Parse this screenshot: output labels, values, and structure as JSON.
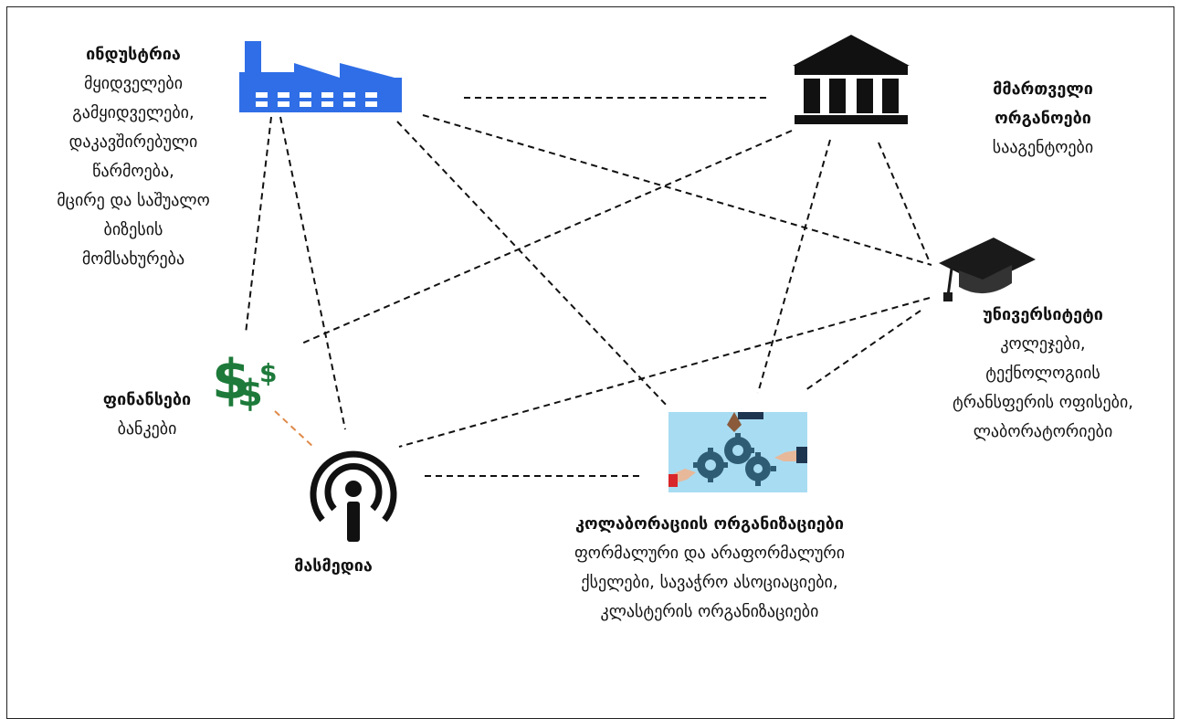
{
  "colors": {
    "factory": "#2f6ee6",
    "building": "#111111",
    "cap": "#1a1a1a",
    "money": "#1d7a3a",
    "finance_link": "#e08a4a",
    "collab_bg": "#a8dcf2",
    "gear": "#2e5c74"
  },
  "icons": {
    "industry": "factory-icon",
    "government": "government-building-icon",
    "university": "graduation-cap-icon",
    "finance": "money-icon",
    "media": "media-broadcast-icon",
    "collaboration": "gears-hands-icon"
  },
  "industry": {
    "title": "ინდუსტრია",
    "lines": [
      "მყიდველები",
      "გამყიდველები,",
      "დაკავშირებული",
      "წარმოება,",
      "მცირე და საშუალო",
      "ბიზესის",
      "მომსახურება"
    ]
  },
  "government": {
    "title_lines": [
      "მმართველი",
      "ორგანოები"
    ],
    "lines": [
      "სააგენტოები"
    ]
  },
  "university": {
    "title": "უნივერსიტეტი",
    "lines": [
      "კოლეჯები,",
      "ტექნოლოგიის",
      "ტრანსფერის ოფისები,",
      "ლაბორატორიები"
    ]
  },
  "finance": {
    "title": "ფინანსები",
    "lines": [
      "ბანკები"
    ]
  },
  "media": {
    "title": "მასმედია"
  },
  "collaboration": {
    "title": "კოლაბორაციის ორგანიზაციები",
    "lines": [
      "ფორმალური და არაფორმალური",
      "ქსელები, სავაჭრო ასოციაციები,",
      "კლასტერის ორგანიზაციები"
    ]
  }
}
